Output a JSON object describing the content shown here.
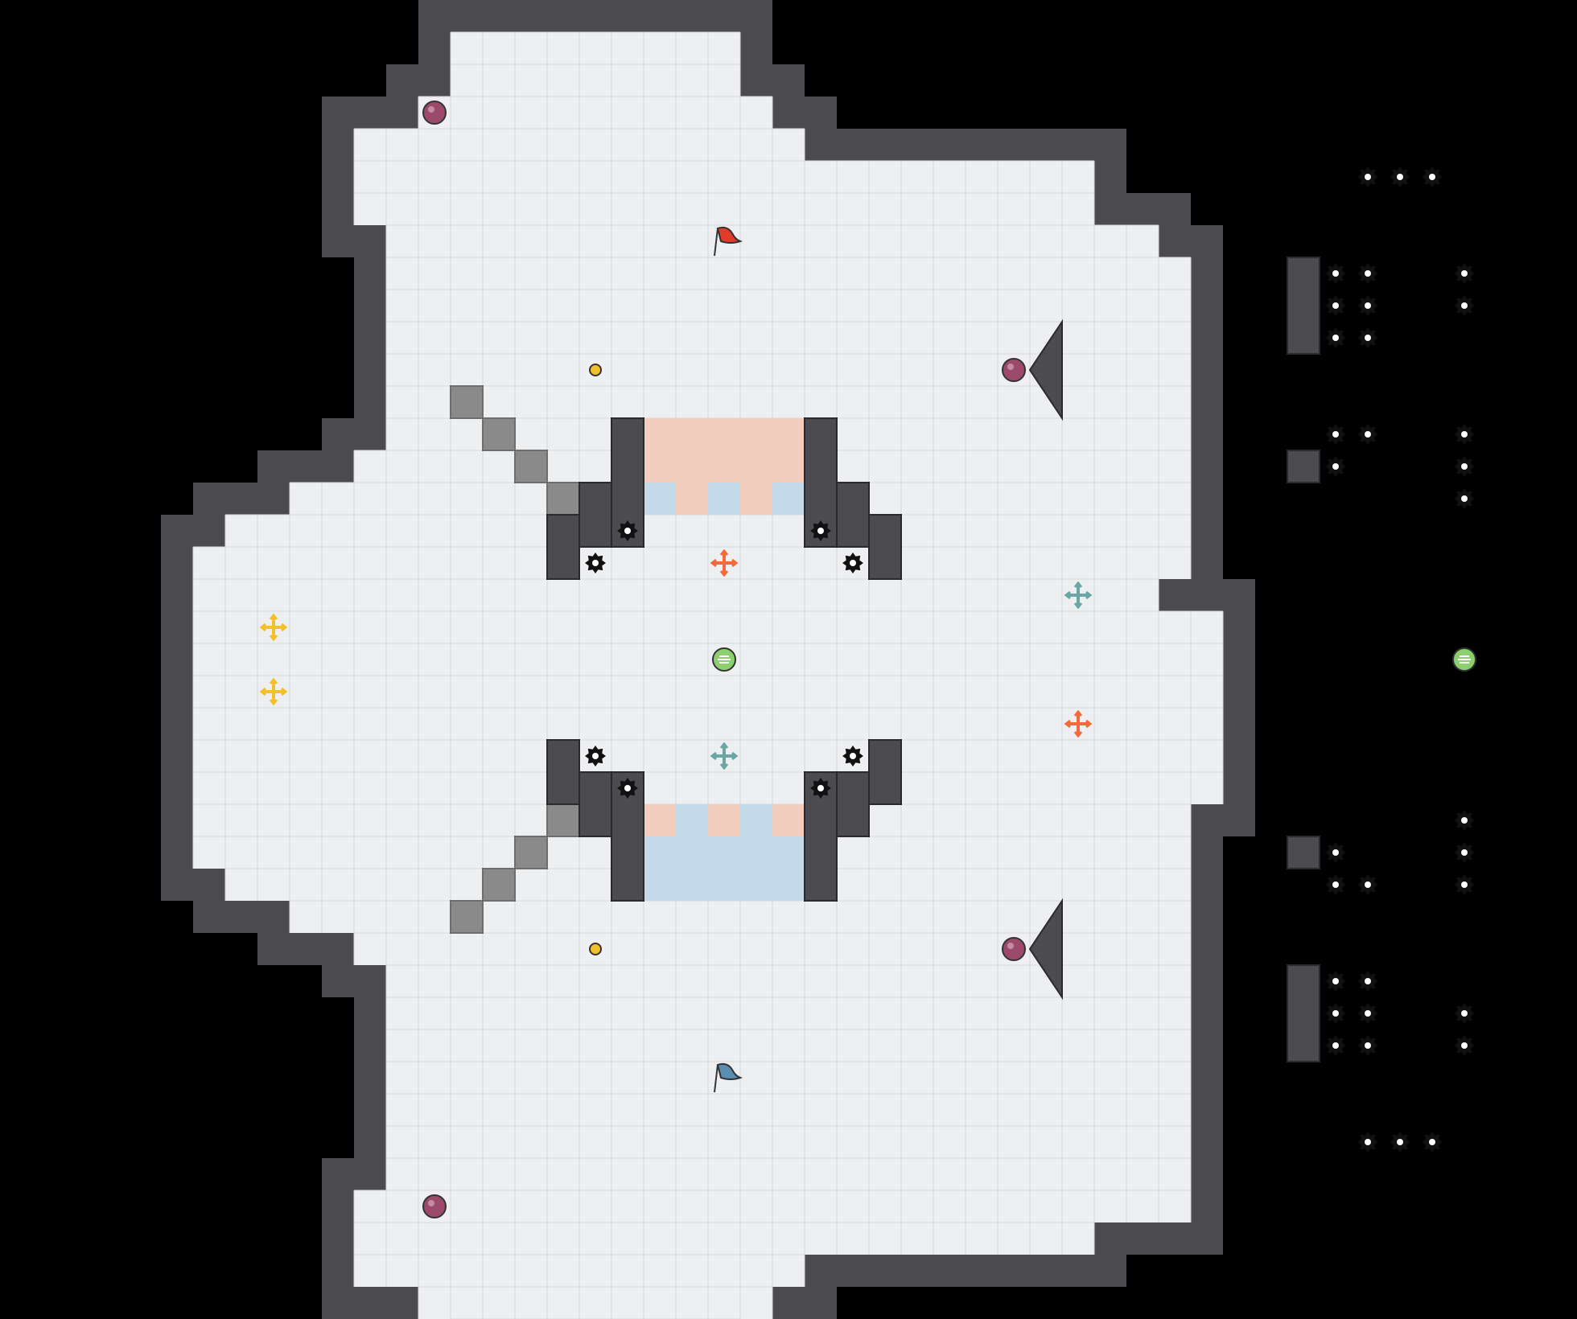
{
  "game": {
    "title": "tile map editor",
    "grid": {
      "cols": 42,
      "rows": 40
    },
    "colors": {
      "background": "#000000",
      "floor": "#eeeff1",
      "grid_line": "#d5d7db",
      "wall": "#4b4b50",
      "wall_edge": "#2a2a2e",
      "red_team_tile": "#f2ccbd",
      "blue_team_tile": "#c3d9ea",
      "gate": "#8a8a8a",
      "boost_red": "#f36a3c",
      "boost_blue": "#6aa6a4",
      "boost_neutral": "#f2c02c",
      "powerup": "#9b4a6b",
      "bomb": "#9b4a6b",
      "portal": "#8ccf6e",
      "spike": "#111111",
      "flag_red": "#e03b2b",
      "flag_blue": "#5b8fb0",
      "button": "#f2c02c"
    },
    "entities": {
      "flags": [
        {
          "team": "red",
          "icon": "red-flag-icon"
        },
        {
          "team": "blue",
          "icon": "blue-flag-icon"
        }
      ],
      "spike_count": 56,
      "bomb_count": 6,
      "portal_count": 2,
      "boost_count": 6,
      "button_count": 2,
      "gate_tile_count": 8,
      "team_tile_count": 22
    }
  }
}
